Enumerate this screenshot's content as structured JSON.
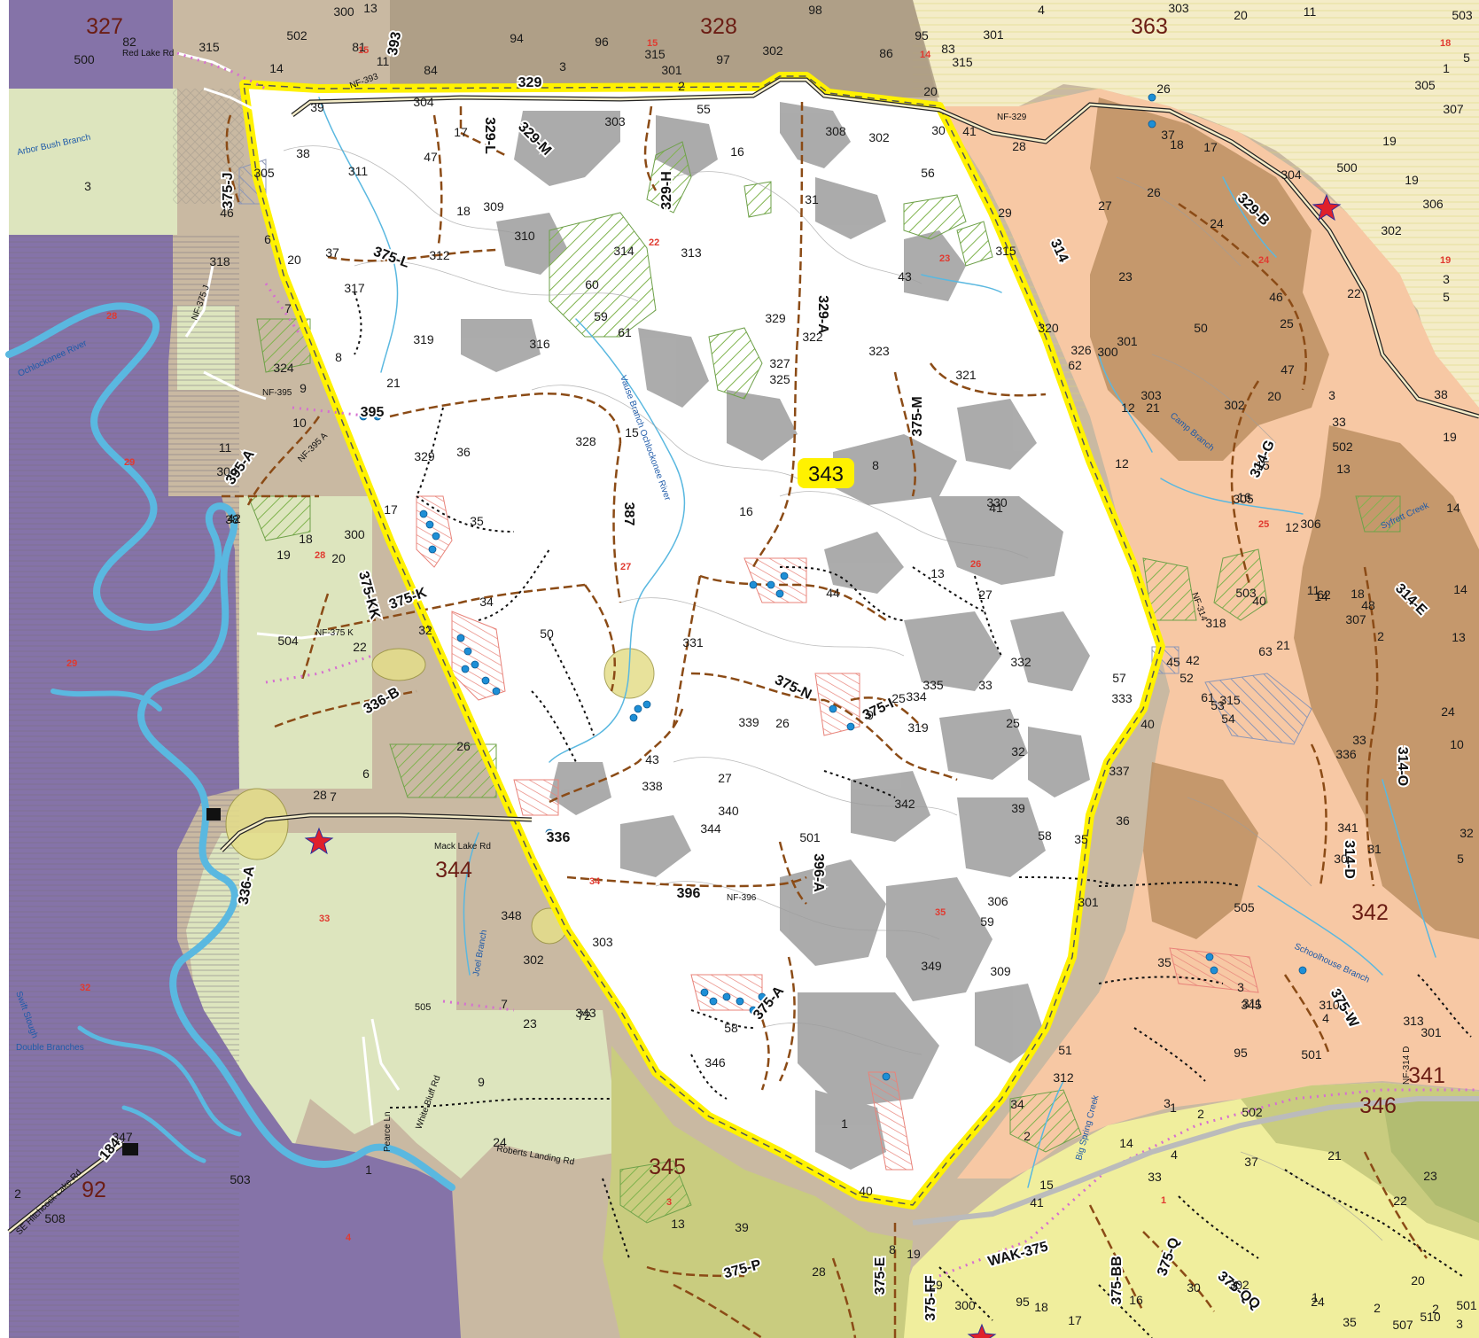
{
  "map": {
    "colors": {
      "outer_tan": "#c9b9a2",
      "dark_tan": "#a99881",
      "purple": "#8573a8",
      "light_green": "#dde5be",
      "olive_green": "#c9cc7f",
      "yellow_green": "#f0ee9d",
      "peach": "#f7c8a4",
      "dark_brown": "#bc8f63",
      "pale_yellow": "#f4ecc8",
      "gray_patch": "#a3a3a3",
      "highlight": "#fff200",
      "water": "#5ab8e0",
      "road_dash": "#8b4b16"
    },
    "compartments": [
      {
        "id": "c327",
        "label": "327"
      },
      {
        "id": "c328",
        "label": "328"
      },
      {
        "id": "c363",
        "label": "363"
      },
      {
        "id": "c344",
        "label": "344"
      },
      {
        "id": "c342",
        "label": "342"
      },
      {
        "id": "c341",
        "label": "341"
      },
      {
        "id": "c346",
        "label": "346"
      },
      {
        "id": "c345",
        "label": "345"
      },
      {
        "id": "c92",
        "label": "92"
      }
    ],
    "selected_compartment": "343",
    "roads": [
      {
        "id": "r329",
        "label": "329"
      },
      {
        "id": "r329L",
        "label": "329-L"
      },
      {
        "id": "r329M",
        "label": "329-M"
      },
      {
        "id": "r329H",
        "label": "329-H"
      },
      {
        "id": "r329A",
        "label": "329-A"
      },
      {
        "id": "r329B",
        "label": "329-B"
      },
      {
        "id": "r314",
        "label": "314"
      },
      {
        "id": "r314G",
        "label": "314-G"
      },
      {
        "id": "r314E",
        "label": "314-E"
      },
      {
        "id": "r314O",
        "label": "314-O"
      },
      {
        "id": "r314D",
        "label": "314-D"
      },
      {
        "id": "r375J",
        "label": "375-J"
      },
      {
        "id": "r375L",
        "label": "375-L"
      },
      {
        "id": "r375M",
        "label": "375-M"
      },
      {
        "id": "r375K",
        "label": "375-K"
      },
      {
        "id": "r375KK",
        "label": "375-KK"
      },
      {
        "id": "r375N",
        "label": "375-N"
      },
      {
        "id": "r375I",
        "label": "375-I"
      },
      {
        "id": "r375A",
        "label": "375-A"
      },
      {
        "id": "r375W",
        "label": "375-W"
      },
      {
        "id": "r375P",
        "label": "375-P"
      },
      {
        "id": "r375E",
        "label": "375-E"
      },
      {
        "id": "r375FF",
        "label": "375-FF"
      },
      {
        "id": "r375BB",
        "label": "375-BB"
      },
      {
        "id": "r375Q",
        "label": "375-Q"
      },
      {
        "id": "r375QQ",
        "label": "375-QQ"
      },
      {
        "id": "r395",
        "label": "395"
      },
      {
        "id": "r395A",
        "label": "395-A"
      },
      {
        "id": "r393",
        "label": "393"
      },
      {
        "id": "r387",
        "label": "387"
      },
      {
        "id": "r336",
        "label": "336"
      },
      {
        "id": "r336B",
        "label": "336-B"
      },
      {
        "id": "r336A",
        "label": "336-A"
      },
      {
        "id": "r396",
        "label": "396"
      },
      {
        "id": "r396A",
        "label": "396-A"
      },
      {
        "id": "r184",
        "label": "184"
      },
      {
        "id": "rWAK",
        "label": "WAK-375"
      }
    ],
    "road_names": [
      {
        "id": "n1",
        "label": "Red Lake Rd"
      },
      {
        "id": "n2",
        "label": "NF-393"
      },
      {
        "id": "n3",
        "label": "NF-329"
      },
      {
        "id": "n4",
        "label": "NF-375 J"
      },
      {
        "id": "n5",
        "label": "NF-395"
      },
      {
        "id": "n6",
        "label": "NF-395 A"
      },
      {
        "id": "n7",
        "label": "NF-375 K"
      },
      {
        "id": "n8",
        "label": "Mack Lake Rd"
      },
      {
        "id": "n9",
        "label": "NF-396"
      },
      {
        "id": "n10",
        "label": "NF-314"
      },
      {
        "id": "n11",
        "label": "NF-314 D"
      },
      {
        "id": "n12",
        "label": "Roberts Landing Rd"
      },
      {
        "id": "n13",
        "label": "White Bluff Rd"
      },
      {
        "id": "n14",
        "label": "Pearce Ln"
      },
      {
        "id": "n15",
        "label": "SE Hitchcock Lake Rd"
      }
    ],
    "water_names": [
      {
        "id": "w1",
        "label": "Arbor Bush Branch"
      },
      {
        "id": "w2",
        "label": "Ochlockonee River"
      },
      {
        "id": "w3",
        "label": "Vause Branch Ochlockonee River"
      },
      {
        "id": "w4",
        "label": "Camp Branch"
      },
      {
        "id": "w5",
        "label": "Syfrett Creek"
      },
      {
        "id": "w6",
        "label": "Schoolhouse Branch"
      },
      {
        "id": "w7",
        "label": "Joel Branch"
      },
      {
        "id": "w8",
        "label": "Swift Slough"
      },
      {
        "id": "w9",
        "label": "Double Branches"
      },
      {
        "id": "w10",
        "label": "Big Spring Creek"
      }
    ],
    "section_numbers": [
      "15",
      "14",
      "13",
      "18",
      "22",
      "23",
      "24",
      "19",
      "21",
      "20",
      "28",
      "27",
      "26",
      "25",
      "29",
      "33",
      "34",
      "35",
      "32",
      "4",
      "3",
      "2",
      "1"
    ],
    "stands": [
      "300",
      "13",
      "502",
      "81",
      "11",
      "94",
      "96",
      "315",
      "301",
      "97",
      "98",
      "86",
      "95",
      "83",
      "315",
      "302",
      "301",
      "4",
      "303",
      "20",
      "11",
      "503",
      "500",
      "82",
      "315",
      "14",
      "84",
      "3",
      "2",
      "20",
      "26",
      "1",
      "5",
      "307",
      "305",
      "39",
      "304",
      "17",
      "303",
      "55",
      "308",
      "302",
      "30",
      "41",
      "28",
      "37",
      "17",
      "18",
      "19",
      "19",
      "306",
      "38",
      "47",
      "311",
      "18",
      "309",
      "310",
      "16",
      "56",
      "31",
      "29",
      "27",
      "26",
      "24",
      "304",
      "500",
      "3",
      "46",
      "305",
      "6",
      "20",
      "37",
      "312",
      "314",
      "313",
      "315",
      "43",
      "23",
      "302",
      "3",
      "5",
      "318",
      "317",
      "60",
      "59",
      "61",
      "329",
      "322",
      "320",
      "326",
      "300",
      "301",
      "50",
      "25",
      "46",
      "22",
      "7",
      "319",
      "316",
      "327",
      "325",
      "323",
      "321",
      "62",
      "47",
      "20",
      "3",
      "38",
      "324",
      "8",
      "502",
      "12",
      "21",
      "9",
      "10",
      "328",
      "15",
      "36",
      "8",
      "330",
      "303",
      "21",
      "302",
      "33",
      "19",
      "13",
      "11",
      "329",
      "12",
      "304",
      "15",
      "16",
      "17",
      "16",
      "41",
      "35",
      "38",
      "305",
      "306",
      "14",
      "42",
      "12",
      "18",
      "503",
      "14",
      "40",
      "18",
      "300",
      "19",
      "20",
      "44",
      "13",
      "27",
      "318",
      "11",
      "62",
      "48",
      "307",
      "13",
      "504",
      "21",
      "22",
      "32",
      "50",
      "331",
      "332",
      "45",
      "63",
      "52",
      "2",
      "14",
      "34",
      "42",
      "25",
      "334",
      "335",
      "33",
      "9",
      "26",
      "339",
      "319",
      "315",
      "54",
      "61",
      "53",
      "24",
      "26",
      "25",
      "40",
      "57",
      "333",
      "336",
      "10",
      "32",
      "337",
      "33",
      "27",
      "28",
      "7",
      "6",
      "338",
      "43",
      "340",
      "342",
      "58",
      "36",
      "35",
      "32",
      "30",
      "31",
      "5",
      "341",
      "344",
      "501",
      "39",
      "301",
      "348",
      "306",
      "302",
      "303",
      "7",
      "23",
      "343",
      "35",
      "309",
      "59",
      "505",
      "345",
      "4",
      "301",
      "72",
      "58",
      "349",
      "346",
      "51",
      "3",
      "310",
      "313",
      "311",
      "312",
      "3",
      "1",
      "2",
      "95",
      "502",
      "501",
      "503",
      "9",
      "1",
      "24",
      "347",
      "2",
      "508",
      "1",
      "40",
      "34",
      "2",
      "41",
      "15",
      "14",
      "33",
      "4",
      "37",
      "23",
      "21",
      "22",
      "13",
      "39",
      "28",
      "8",
      "19",
      "29",
      "300",
      "95",
      "18",
      "17",
      "16",
      "30",
      "302",
      "24",
      "20",
      "2",
      "501",
      "3",
      "510",
      "507",
      "35",
      "2",
      "1"
    ],
    "clusters_note": ""
  }
}
